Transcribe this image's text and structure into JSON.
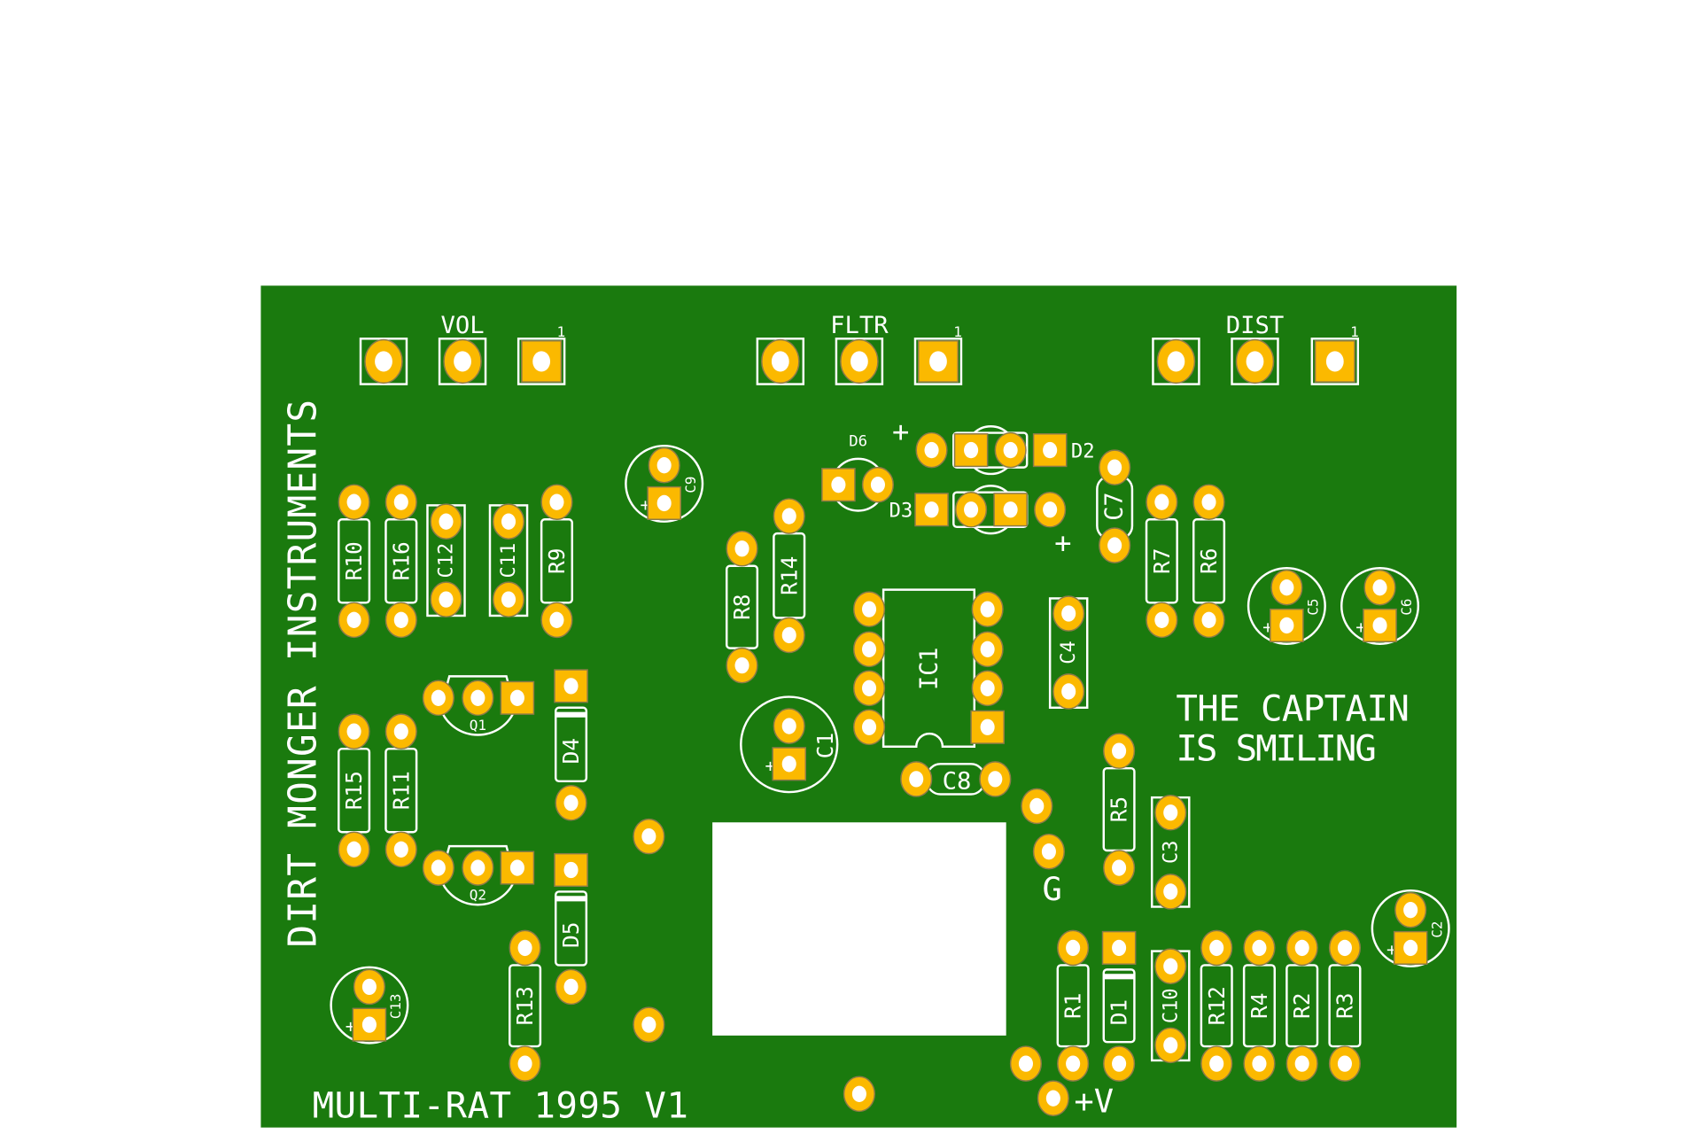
{
  "board": {
    "brand_text": "DIRT MONGER INSTRUMENTS",
    "motto_line1": "THE CAPTAIN",
    "motto_line2": "IS SMILING",
    "product_text": "MULTI-RAT 1995 V1",
    "ground_label": "G",
    "power_label": "+V",
    "polarity_mark": "+",
    "pin1_mark": "1"
  },
  "pots": {
    "vol": "VOL",
    "fltr": "FLTR",
    "dist": "DIST"
  },
  "labels": {
    "r10": "R10",
    "r16": "R16",
    "c12": "C12",
    "c11": "C11",
    "r9": "R9",
    "r15": "R15",
    "r11": "R11",
    "r13": "R13",
    "r8": "R8",
    "r14": "R14",
    "r7": "R7",
    "r6": "R6",
    "r5": "R5",
    "c3": "C3",
    "c4": "C4",
    "r1": "R1",
    "d1": "D1",
    "c10": "C10",
    "r12": "R12",
    "r4": "R4",
    "r2": "R2",
    "r3": "R3",
    "d4": "D4",
    "d5": "D5",
    "q1": "Q1",
    "q2": "Q2",
    "ic1": "IC1",
    "c8": "C8",
    "c7": "C7",
    "c1": "C1",
    "c9": "C9",
    "c5": "C5",
    "c6": "C6",
    "c2": "C2",
    "c13": "C13",
    "d6": "D6",
    "d2": "D2",
    "d3": "D3"
  },
  "colors": {
    "board": "#1a7a0e",
    "pad": "#fbb900",
    "silkscreen": "#ffffff",
    "cutout": "#ffffff"
  }
}
